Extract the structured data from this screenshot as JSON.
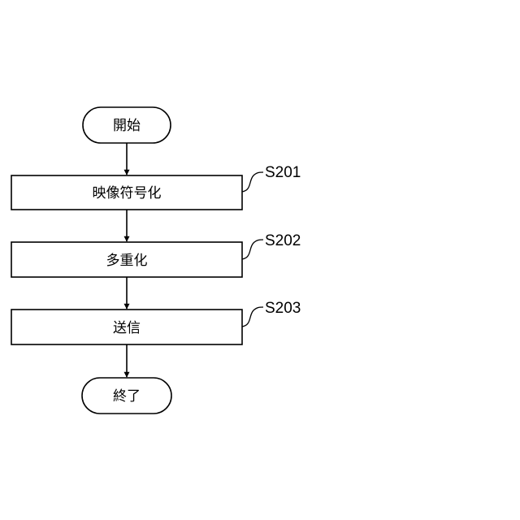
{
  "flow": {
    "start": {
      "text": "開始"
    },
    "steps": [
      {
        "id": "S201",
        "text": "映像符号化"
      },
      {
        "id": "S202",
        "text": "多重化"
      },
      {
        "id": "S203",
        "text": "送信"
      }
    ],
    "end": {
      "text": "終了"
    }
  }
}
